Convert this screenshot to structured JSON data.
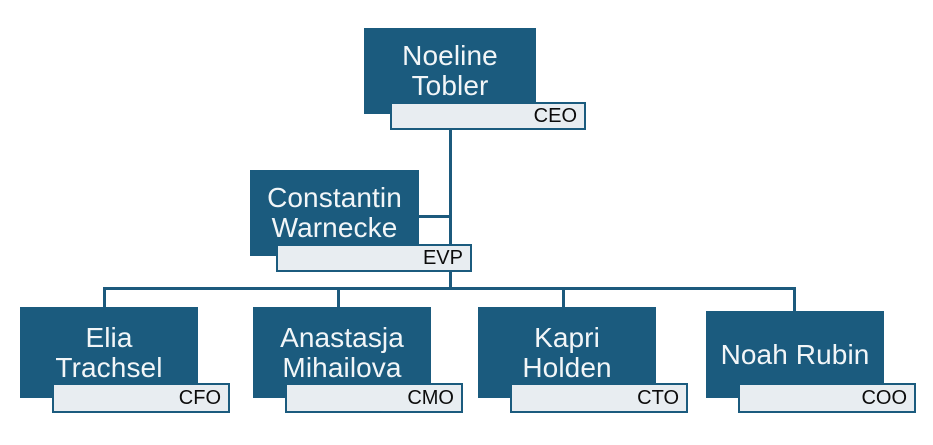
{
  "chart": {
    "type": "org-chart",
    "colors": {
      "node_fill": "#1b5b7e",
      "node_text": "#f2f6f8",
      "badge_fill": "#e8edf1",
      "badge_border": "#1b5b7e",
      "badge_text": "#0c0c0c",
      "connector": "#1c5a7d",
      "background": "#ffffff"
    },
    "nodes": [
      {
        "id": "ceo",
        "name": "Noeline\nTobler",
        "title": "CEO",
        "level": 0
      },
      {
        "id": "evp",
        "name": "Constantin\nWarnecke",
        "title": "EVP",
        "level": 1
      },
      {
        "id": "cfo",
        "name": "Elia\nTrachsel",
        "title": "CFO",
        "level": 2
      },
      {
        "id": "cmo",
        "name": "Anastasja\nMihailova",
        "title": "CMO",
        "level": 2
      },
      {
        "id": "cto",
        "name": "Kapri\nHolden",
        "title": "CTO",
        "level": 2
      },
      {
        "id": "coo",
        "name": "Noah Rubin",
        "title": "COO",
        "level": 2
      }
    ]
  }
}
